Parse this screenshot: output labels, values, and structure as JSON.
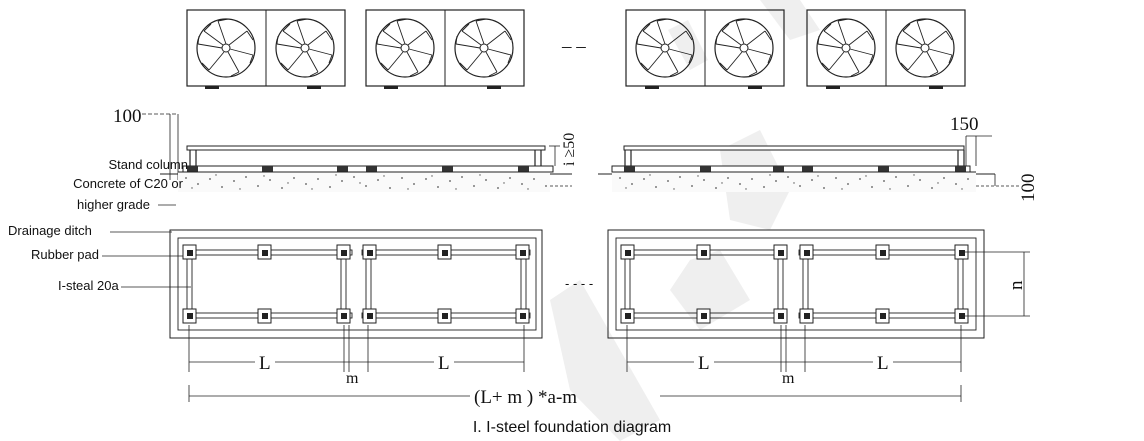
{
  "labels": {
    "stand_column": "Stand column",
    "concrete_line1": "Concrete of C20 or",
    "concrete_line2": "higher grade",
    "drainage_ditch": "Drainage ditch",
    "rubber_pad": "Rubber pad",
    "i_steel": "I-steal 20a"
  },
  "dimensions": {
    "left_offset": "100",
    "right_offset": "150",
    "foundation_height": "100",
    "min_clearance": "i ≥50",
    "unit_length": "L",
    "gap": "m",
    "spacing": "n",
    "total_length": "(L+ m ) *a-m"
  },
  "ellipses": {
    "top_row": "– –",
    "plan_view": "- - - -"
  },
  "caption": "I. I-steel foundation diagram",
  "watermark_color": "#e5e5e5"
}
